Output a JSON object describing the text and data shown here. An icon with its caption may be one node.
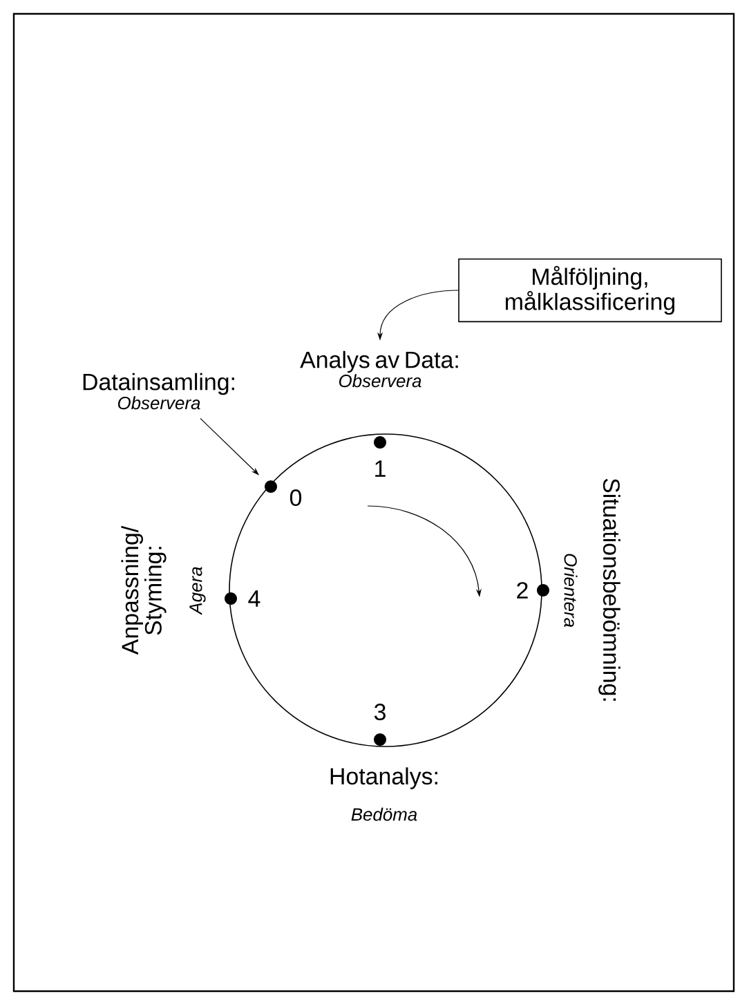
{
  "diagram": {
    "nodes": [
      {
        "text": [
          "Målföljning, målklassificering"
        ]
      },
      {
        "text": [
          "Datainsamling:",
          "Observera"
        ]
      },
      {
        "text": [],
        "shape": "circle",
        "beside": [
          "0"
        ]
      },
      {
        "text": [],
        "shape": "circle",
        "beside": [
          "1"
        ]
      },
      {
        "text": [],
        "shape": "circle",
        "beside": [
          "2"
        ]
      },
      {
        "text": [],
        "shape": "circle",
        "beside": [
          "3"
        ]
      },
      {
        "text": [],
        "shape": "circle",
        "beside": [
          "4"
        ]
      },
      {
        "text": [
          "Analys av Data:",
          "Observera"
        ]
      }
    ],
    "edges": [
      {
        "from": 0,
        "to": 7,
        "arrow": "to"
      },
      {
        "from": 1,
        "to": 2,
        "arrow": "to"
      }
    ],
    "labels": [
      "Situationsbebömning:",
      "Orientera",
      "Hotanalys:",
      "Bedöma",
      "Anpassning/ Styming:",
      "Agera"
    ]
  }
}
